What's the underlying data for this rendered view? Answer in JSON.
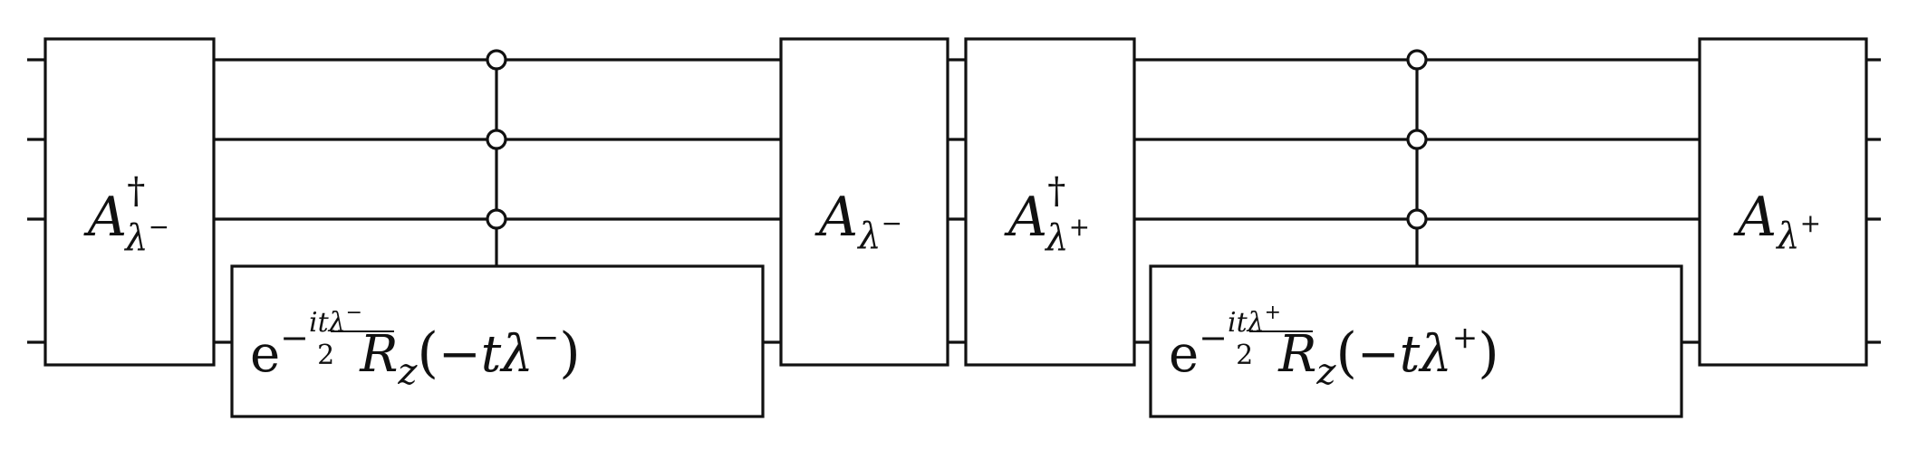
{
  "circuit": {
    "qubit_count": 4,
    "gates": [
      {
        "kind": "unitary",
        "symbol": "A",
        "superscript": "†",
        "subscript": "λ",
        "subscript_sup": "−",
        "spans_qubits": [
          1,
          2,
          3,
          4
        ]
      },
      {
        "kind": "controlled",
        "controls_on_qubits": [
          1,
          2,
          3
        ],
        "control_state": "open",
        "target_qubit": 4,
        "exp_base": "e",
        "exp_sign": "−",
        "exp_numerator_prefix": "it",
        "exp_numerator_symbol": "λ",
        "exp_numerator_sup": "−",
        "exp_denominator": "2",
        "rotation_symbol": "R",
        "rotation_subscript": "z",
        "rotation_arg_open": "(",
        "rotation_arg_prefix": "−tλ",
        "rotation_arg_sup": "−",
        "rotation_arg_close": ")"
      },
      {
        "kind": "unitary",
        "symbol": "A",
        "superscript": "",
        "subscript": "λ",
        "subscript_sup": "−",
        "spans_qubits": [
          1,
          2,
          3,
          4
        ]
      },
      {
        "kind": "unitary",
        "symbol": "A",
        "superscript": "†",
        "subscript": "λ",
        "subscript_sup": "+",
        "spans_qubits": [
          1,
          2,
          3,
          4
        ]
      },
      {
        "kind": "controlled",
        "controls_on_qubits": [
          1,
          2,
          3
        ],
        "control_state": "open",
        "target_qubit": 4,
        "exp_base": "e",
        "exp_sign": "−",
        "exp_numerator_prefix": "it",
        "exp_numerator_symbol": "λ",
        "exp_numerator_sup": "+",
        "exp_denominator": "2",
        "rotation_symbol": "R",
        "rotation_subscript": "z",
        "rotation_arg_open": "(",
        "rotation_arg_prefix": "−tλ",
        "rotation_arg_sup": "+",
        "rotation_arg_close": ")"
      },
      {
        "kind": "unitary",
        "symbol": "A",
        "superscript": "",
        "subscript": "λ",
        "subscript_sup": "+",
        "spans_qubits": [
          1,
          2,
          3,
          4
        ]
      }
    ]
  }
}
